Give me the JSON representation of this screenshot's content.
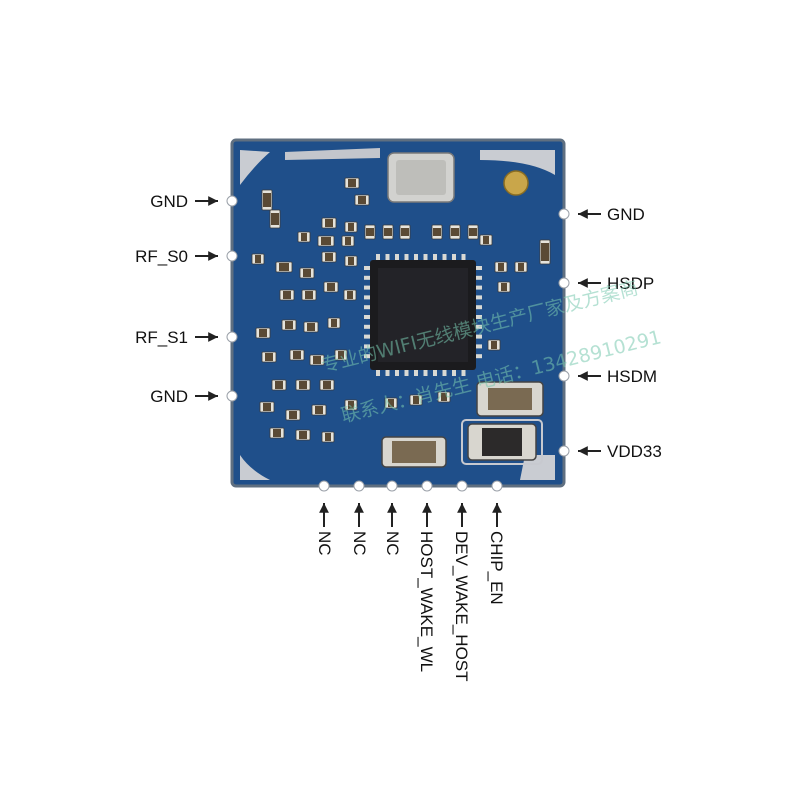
{
  "pins": {
    "left": [
      "GND",
      "RF_S0",
      "RF_S1",
      "GND"
    ],
    "right": [
      "GND",
      "HSDP",
      "HSDM",
      "VDD33"
    ],
    "bottom": [
      "NC",
      "NC",
      "NC",
      "HOST_WAKE_WL",
      "DEV_WAKE_HOST",
      "CHIP_EN"
    ]
  },
  "board": {
    "pcb_color": "#1f4f8a",
    "pad_color": "#d9d9d4",
    "chip_color": "#1b1b1e",
    "arrow_color": "#222222"
  },
  "watermark": {
    "line1": "专业的WIFI无线模块生产厂家及方案商",
    "line2": "联系人：肖先生 电话：13428910291",
    "color": "#78c8af"
  }
}
